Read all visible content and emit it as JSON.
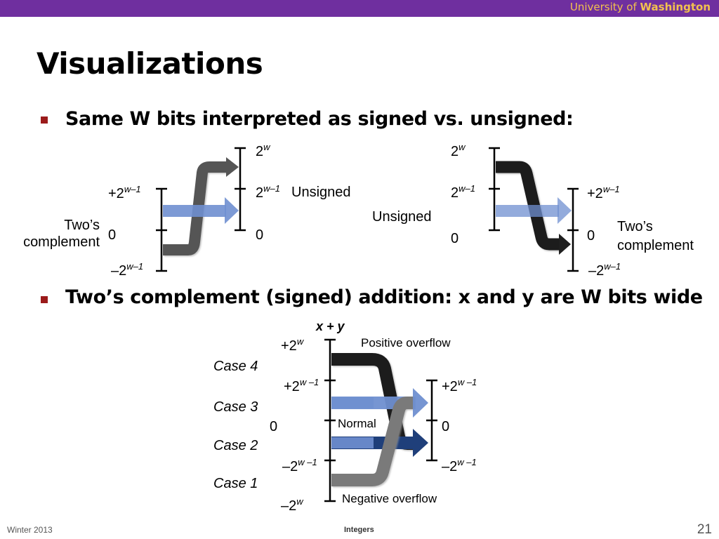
{
  "header": {
    "university_prefix": "University of",
    "university_name": "Washington",
    "bar_color": "#6f2f9f",
    "text_color": "#f2c14e"
  },
  "slide": {
    "title": "Visualizations",
    "bullets": [
      "Same W bits interpreted as signed vs. unsigned:",
      "Two’s complement (signed) addition: x and y are W bits wide"
    ]
  },
  "signed_to_unsigned": {
    "left_axis": {
      "top": "+2",
      "top_exp": "w–1",
      "mid": "0",
      "bottom": "–2",
      "bottom_exp": "w–1"
    },
    "left_label": [
      "Two’s",
      "complement"
    ],
    "right_axis": {
      "top": "2",
      "top_exp": "w",
      "mid": "2",
      "mid_exp": "w–1",
      "bottom": "0"
    },
    "right_label": "Unsigned"
  },
  "unsigned_to_signed": {
    "left_label": "Unsigned",
    "left_axis": {
      "top": "2",
      "top_exp": "w",
      "mid": "2",
      "mid_exp": "w–1",
      "bottom": "0"
    },
    "right_axis": {
      "top": "+2",
      "top_exp": "w–1",
      "mid": "0",
      "bottom": "–2",
      "bottom_exp": "w–1"
    },
    "right_label": [
      "Two’s",
      "complement"
    ]
  },
  "addition": {
    "axis_title": "x + y",
    "left_axis": {
      "top": "+2",
      "top_exp": "w",
      "upper": "+2",
      "upper_exp": "w –1",
      "mid": "0",
      "lower": "–2",
      "lower_exp": "w –1",
      "bottom": "–2",
      "bottom_exp": "w"
    },
    "right_axis": {
      "top": "+2",
      "top_exp": "w –1",
      "mid": "0",
      "bottom": "–2",
      "bottom_exp": "w –1"
    },
    "cases": [
      "Case 4",
      "Case 3",
      "Case 2",
      "Case 1"
    ],
    "labels": {
      "positive_overflow": "Positive overflow",
      "normal": "Normal",
      "negative_overflow": "Negative overflow"
    }
  },
  "colors": {
    "arrow_blue": "#6f8fd0",
    "arrow_dark": "#1f1f1f",
    "arrow_gray": "#7a7a7a",
    "arrow_navy": "#1f3f7a",
    "bullet": "#9b1b1b"
  },
  "footer": {
    "left": "Winter 2013",
    "center": "Integers",
    "page": "21"
  }
}
